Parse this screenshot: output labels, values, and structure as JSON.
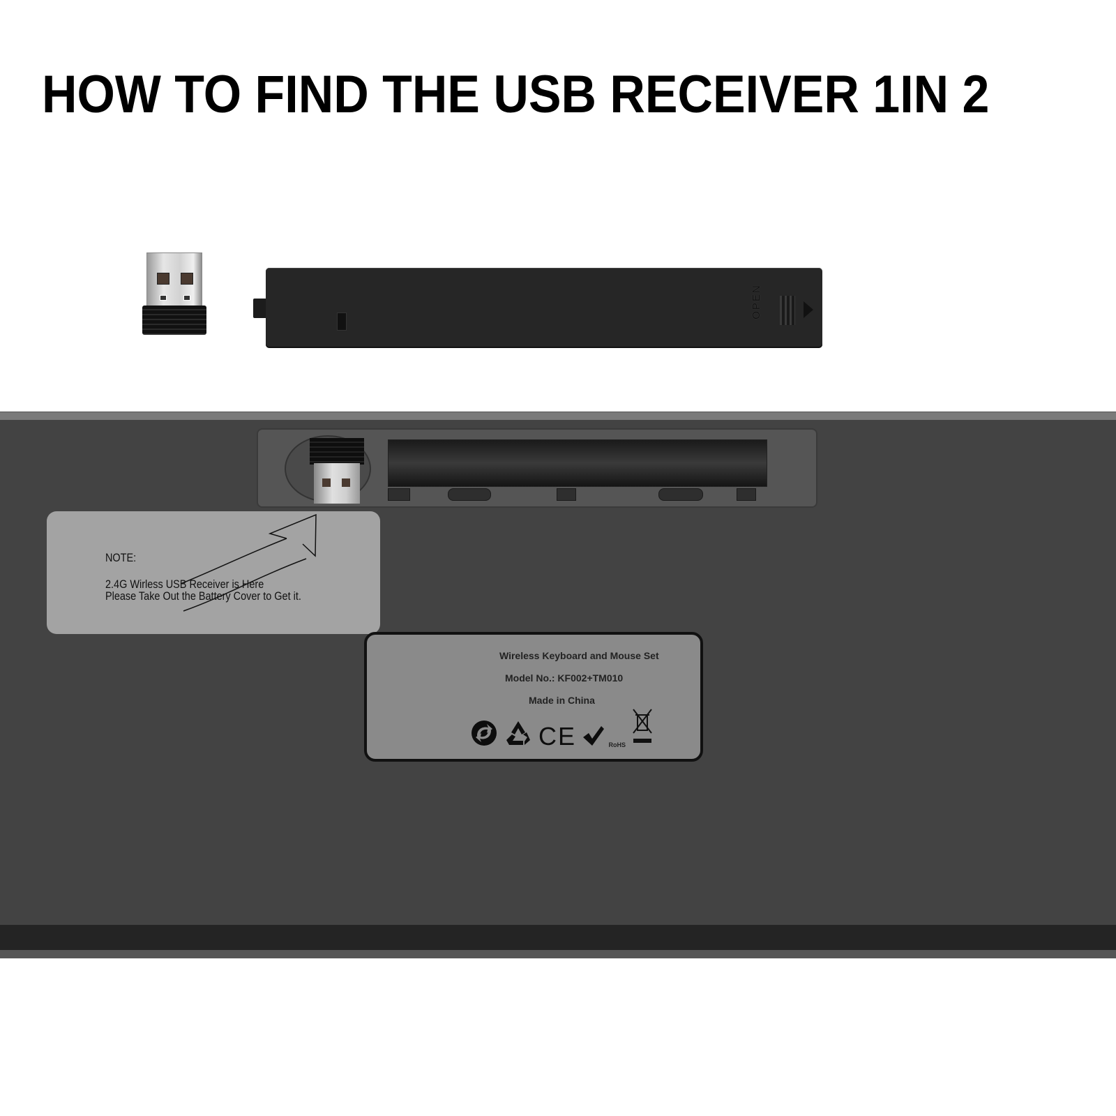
{
  "title": "HOW TO FIND THE USB RECEIVER 1IN 2",
  "battery_cover": {
    "open_label": "OPEN"
  },
  "note_sticker": {
    "heading": "NOTE:",
    "line1": "2.4G Wirless USB Receiver is Here",
    "line2": "Please Take Out the Battery Cover to Get it."
  },
  "product_label": {
    "product": "Wireless Keyboard and Mouse Set",
    "model": "Model No.: KF002+TM010",
    "origin": "Made in China",
    "icons": [
      "green-dot-icon",
      "recycle-icon",
      "ce-mark-icon",
      "rohs-check-icon",
      "weee-bin-icon"
    ],
    "ce_text": "CE",
    "rohs_text": "RoHS"
  },
  "colors": {
    "background": "#ffffff",
    "keyboard_base": "#434343",
    "battery_cover": "#262626",
    "note_sticker": "#a3a3a3",
    "product_label": "#8a8a8a"
  }
}
